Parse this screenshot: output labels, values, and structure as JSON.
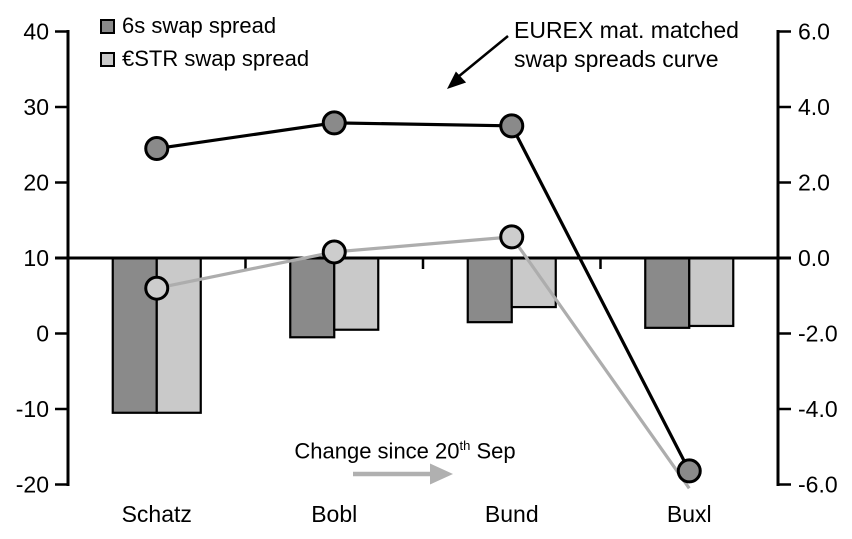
{
  "chart_data": {
    "type": "combo-bar-line",
    "categories": [
      "Schatz",
      "Bobl",
      "Bund",
      "Buxl"
    ],
    "left_axis": {
      "ticks": [
        "40",
        "30",
        "20",
        "10",
        "0",
        "-10",
        "-20"
      ],
      "tick_values": [
        40,
        30,
        20,
        10,
        0,
        -10,
        -20
      ],
      "min": -20,
      "max": 40
    },
    "right_axis": {
      "ticks": [
        "6.0",
        "4.0",
        "2.0",
        "0.0",
        "-2.0",
        "-4.0",
        "-6.0"
      ],
      "tick_values": [
        6,
        4,
        2,
        0,
        -2,
        -4,
        -6
      ],
      "min": -6,
      "max": 6
    },
    "bar_series": [
      {
        "name": "6s swap spread",
        "axis": "right",
        "fill": "#8a8a8a",
        "stroke": "#000000",
        "values": [
          -4.1,
          -2.1,
          -1.7,
          -1.85
        ]
      },
      {
        "name": "€STR swap spread",
        "axis": "right",
        "fill": "#c9c9c9",
        "stroke": "#000000",
        "values": [
          -4.1,
          -1.9,
          -1.3,
          -1.8
        ]
      }
    ],
    "line_series": [
      {
        "name": "6s swap spread curve",
        "axis": "left",
        "color": "#000000",
        "marker_fill": "#8a8a8a",
        "values": [
          24.5,
          27.9,
          27.5,
          -18.2
        ],
        "markers": [
          true,
          true,
          true,
          true
        ]
      },
      {
        "name": "€STR swap spread curve",
        "axis": "left",
        "color": "#adadad",
        "marker_fill": "#cdcdcd",
        "values": [
          6.0,
          10.8,
          12.8,
          -20.5
        ],
        "markers": [
          true,
          true,
          true,
          false
        ]
      }
    ],
    "grid": false,
    "legend_position": "top-left"
  },
  "legend": {
    "items": [
      {
        "label": "6s swap spread",
        "color": "#8a8a8a"
      },
      {
        "label": "€STR swap spread",
        "color": "#c9c9c9"
      }
    ]
  },
  "annotations": {
    "eurex": {
      "line1": "EUREX mat. matched",
      "line2": "swap spreads curve"
    },
    "change": {
      "prefix": "Change since 20",
      "superscript": "th",
      "suffix": " Sep"
    }
  },
  "colors": {
    "bar_dark": "#8a8a8a",
    "bar_light": "#c9c9c9",
    "line_black": "#000000",
    "line_gray": "#adadad",
    "axis": "#000000"
  }
}
